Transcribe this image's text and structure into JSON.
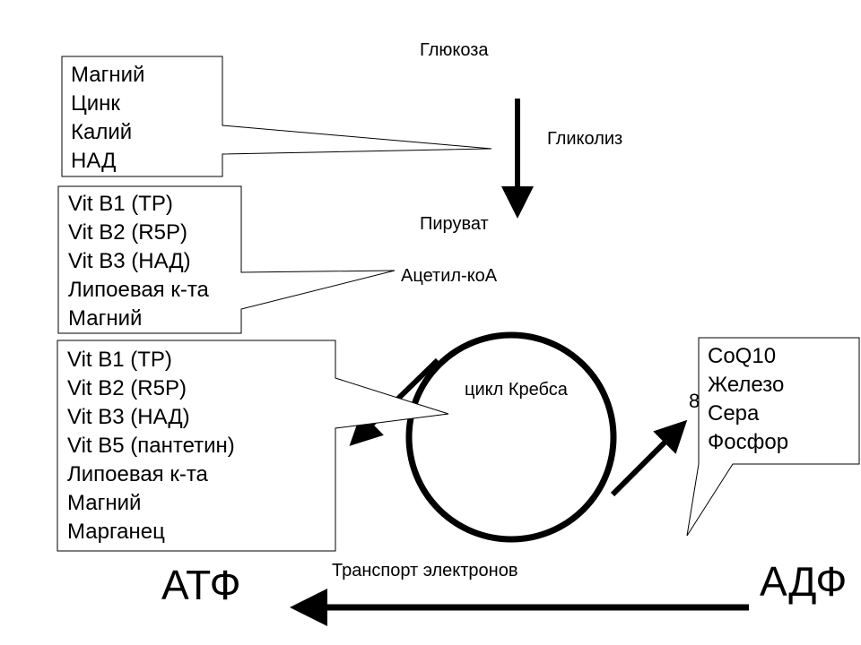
{
  "labels": {
    "glucose": "Глюкоза",
    "glycolysis": "Гликолиз",
    "pyruvate": "Пируват",
    "acetyl_coa": "Ацетил-коА",
    "krebs_cycle": "цикл Кребса",
    "partial_mark": "8",
    "electron_transport": "Транспорт электронов",
    "atp": "АТФ",
    "adp": "АДФ"
  },
  "callouts": {
    "glycolysis_cofactors": [
      "Магний",
      "Цинк",
      "Калий",
      "НАД"
    ],
    "pyruvate_cofactors": [
      "Vit B1 (TP)",
      "Vit B2 (R5P)",
      "Vit B3 (НАД)",
      "Липоевая к-та",
      "Магний"
    ],
    "krebs_cofactors": [
      "Vit B1 (TP)",
      "Vit B2 (R5P)",
      "Vit B3 (НАД)",
      "Vit B5 (пантетин)",
      "Липоевая к-та",
      "Магний",
      "Марганец"
    ],
    "electron_cofactors": [
      "CoQ10",
      "Железо",
      "Сера",
      "Фосфор"
    ]
  },
  "colors": {
    "ink": "#000000",
    "background": "#ffffff"
  }
}
